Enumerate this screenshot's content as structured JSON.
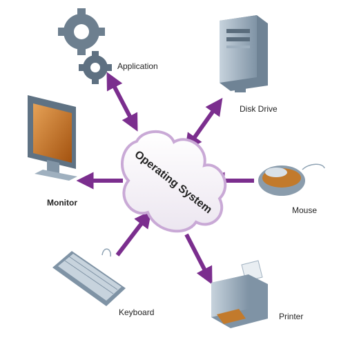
{
  "diagram": {
    "center_label": "Operating System",
    "nodes": [
      {
        "id": "application",
        "label": "Application",
        "icon": "gears-icon"
      },
      {
        "id": "disk-drive",
        "label": "Disk Drive",
        "icon": "disk-drive-icon"
      },
      {
        "id": "monitor",
        "label": "Monitor",
        "icon": "monitor-icon"
      },
      {
        "id": "mouse",
        "label": "Mouse",
        "icon": "mouse-icon"
      },
      {
        "id": "keyboard",
        "label": "Keyboard",
        "icon": "keyboard-icon"
      },
      {
        "id": "printer",
        "label": "Printer",
        "icon": "printer-icon"
      }
    ],
    "edges": [
      {
        "from": "operating-system",
        "to": "application",
        "direction": "both"
      },
      {
        "from": "operating-system",
        "to": "disk-drive",
        "direction": "both"
      },
      {
        "from": "operating-system",
        "to": "monitor",
        "direction": "to"
      },
      {
        "from": "mouse",
        "to": "operating-system",
        "direction": "to"
      },
      {
        "from": "keyboard",
        "to": "operating-system",
        "direction": "to"
      },
      {
        "from": "operating-system",
        "to": "printer",
        "direction": "to"
      }
    ],
    "colors": {
      "arrow": "#7b2e8e",
      "cloud_fill": "#f4f1f6",
      "cloud_stroke": "#c9a9d6",
      "monitor_screen": "#c46a1e",
      "device_gray": "#8fa3b4"
    }
  }
}
